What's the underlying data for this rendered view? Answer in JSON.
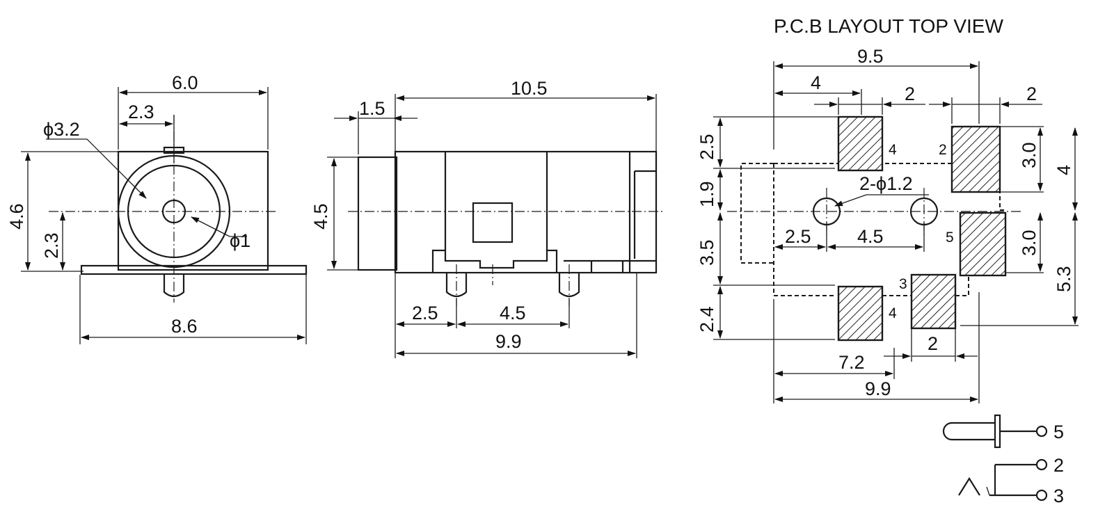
{
  "pcb_view": {
    "title": "P.C.B LAYOUT  TOP VIEW",
    "dims": {
      "overall_width": "9.5",
      "left_offset": "4",
      "pad_gap": "2",
      "pad_width_right": "2",
      "h_top": "2.5",
      "h_upper": "1.9",
      "h_lower": "3.5",
      "h_bottom": "2.4",
      "hole_label": "2-ϕ1.2",
      "hole_offset": "2.5",
      "hole_spacing": "4.5",
      "pad_height_upper": "3.0",
      "pad_height_lower": "3.0",
      "right_upper": "4",
      "right_lower": "5.3",
      "pad3_width": "2",
      "bottom_inner": "7.2",
      "bottom_overall": "9.9"
    },
    "pin_labels": {
      "pad_top_left": "4",
      "pad_top_right": "2",
      "pad_mid_right": "5",
      "pad_bottom_mid": "3",
      "pad_bottom_left": "4"
    }
  },
  "front_view": {
    "dims": {
      "body_width": "6.0",
      "center_offset": "2.3",
      "bore_diameter": "ϕ3.2",
      "pin_diameter": "ϕ1",
      "height": "4.6",
      "center_height": "2.3",
      "base_width": "8.6"
    }
  },
  "side_view": {
    "dims": {
      "overall_length": "10.5",
      "nose_length": "1.5",
      "height": "4.5",
      "pin_offset": "2.5",
      "pin_spacing": "4.5",
      "body_length": "9.9"
    }
  },
  "schematic": {
    "pins": [
      "5",
      "2",
      "3"
    ]
  }
}
